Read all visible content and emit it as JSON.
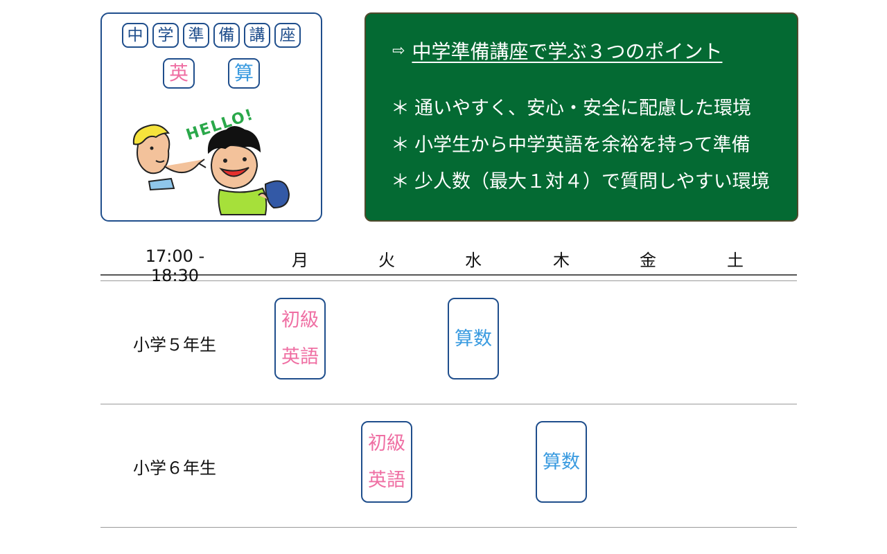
{
  "logo": {
    "title_chars": [
      "中",
      "学",
      "準",
      "備",
      "講",
      "座"
    ],
    "subjects": [
      {
        "char": "英",
        "color": "#ef6fa3"
      },
      {
        "char": "算",
        "color": "#3a9be0"
      }
    ],
    "hello_text": "HELLO!"
  },
  "board": {
    "arrow": "⇨",
    "title": "中学準備講座で学ぶ３つのポイント",
    "star": "＊",
    "points": [
      "通いやすく、安心・安全に配慮した環境",
      "小学生から中学英語を余裕を持って準備",
      "少人数（最大１対４）で質問しやすい環境"
    ],
    "bg_color": "#046a33"
  },
  "schedule": {
    "time_label": "17:00 - 18:30",
    "days": [
      "月",
      "火",
      "水",
      "木",
      "金",
      "土"
    ],
    "rows": [
      {
        "label": "小学５年生",
        "classes": [
          {
            "day_index": 0,
            "lines": [
              "初級",
              "英語"
            ],
            "color": "pink"
          },
          {
            "day_index": 2,
            "lines": [
              "算数"
            ],
            "color": "blue"
          }
        ]
      },
      {
        "label": "小学６年生",
        "classes": [
          {
            "day_index": 1,
            "lines": [
              "初級",
              "英語"
            ],
            "color": "pink"
          },
          {
            "day_index": 3,
            "lines": [
              "算数"
            ],
            "color": "blue"
          }
        ]
      }
    ]
  }
}
